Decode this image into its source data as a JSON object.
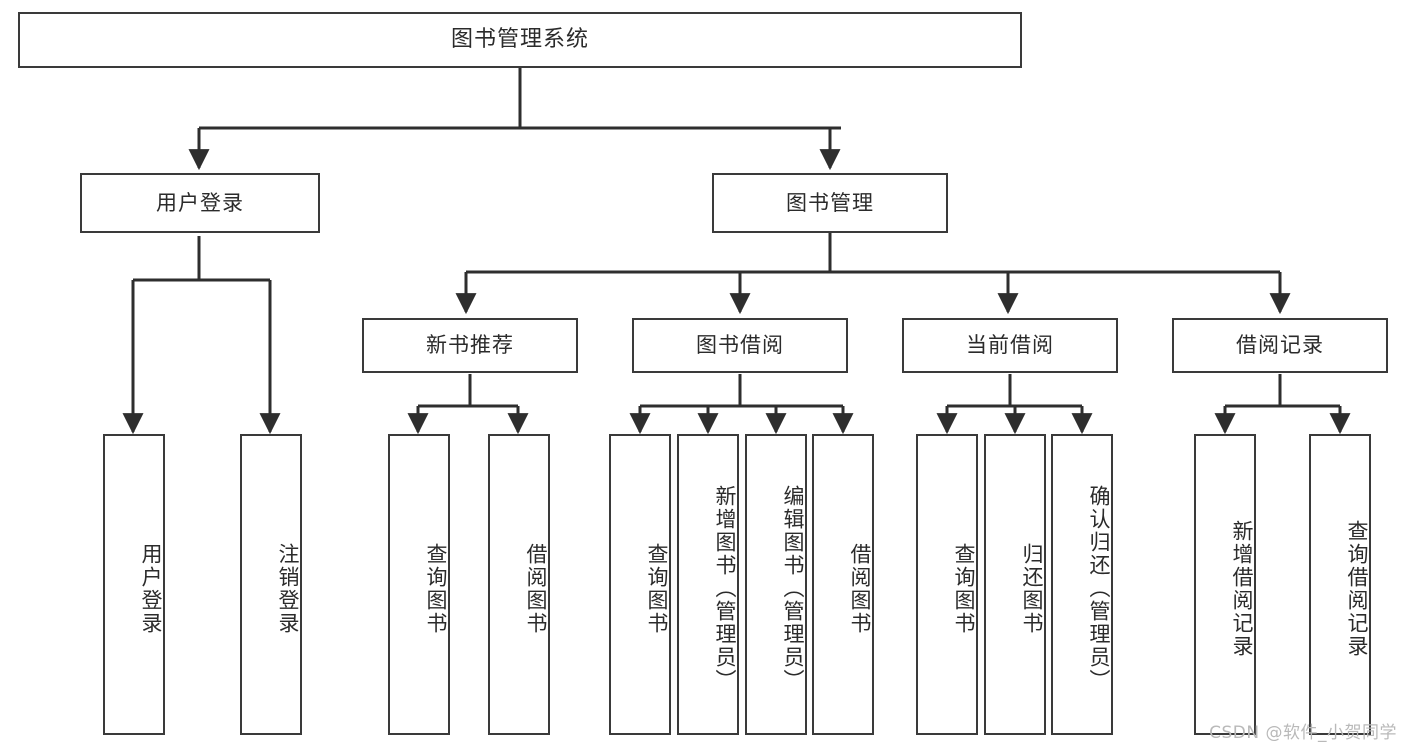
{
  "diagram": {
    "title": "图书管理系统",
    "type": "functional-structure-tree",
    "root": {
      "label": "图书管理系统"
    },
    "level2": [
      {
        "label": "用户登录"
      },
      {
        "label": "图书管理"
      }
    ],
    "level3": [
      {
        "label": "新书推荐"
      },
      {
        "label": "图书借阅"
      },
      {
        "label": "当前借阅"
      },
      {
        "label": "借阅记录"
      }
    ],
    "leaves": {
      "user_login": [
        {
          "label": "用户登录"
        },
        {
          "label": "注销登录"
        }
      ],
      "new_book_recommend": [
        {
          "label": "查询图书"
        },
        {
          "label": "借阅图书"
        }
      ],
      "book_borrow": [
        {
          "label": "查询图书"
        },
        {
          "label": "新增图书（管理员）"
        },
        {
          "label": "编辑图书（管理员）"
        },
        {
          "label": "借阅图书"
        }
      ],
      "current_borrow": [
        {
          "label": "查询图书"
        },
        {
          "label": "归还图书"
        },
        {
          "label": "确认归还（管理员）"
        }
      ],
      "borrow_record": [
        {
          "label": "新增借阅记录"
        },
        {
          "label": "查询借阅记录"
        }
      ]
    }
  },
  "watermark": {
    "text": "CSDN @软件_小贺同学"
  },
  "colors": {
    "background": "#ffffff",
    "node_fill": "#ffffff",
    "node_stroke": "#3a3a3a",
    "edge_stroke": "#2e2e2e",
    "text": "#2b2b2b",
    "watermark": "#b9b9b9"
  }
}
